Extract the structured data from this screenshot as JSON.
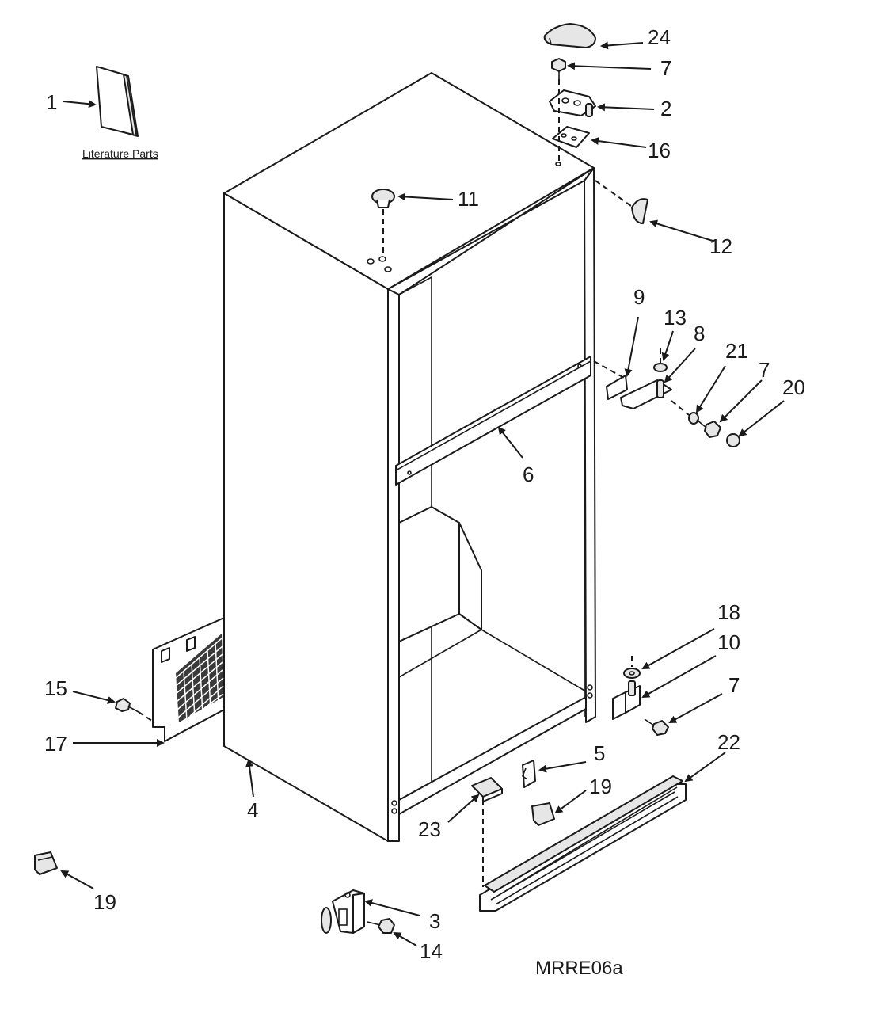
{
  "diagram": {
    "literature_label": "Literature Parts",
    "code": "MRRE06a",
    "callouts": {
      "c1": "1",
      "c24": "24",
      "c7a": "7",
      "c2": "2",
      "c16": "16",
      "c11": "11",
      "c12": "12",
      "c9": "9",
      "c13": "13",
      "c8": "8",
      "c21": "21",
      "c7b": "7",
      "c20": "20",
      "c6": "6",
      "c18": "18",
      "c10": "10",
      "c7c": "7",
      "c15": "15",
      "c17": "17",
      "c22": "22",
      "c5": "5",
      "c19a": "19",
      "c4": "4",
      "c23": "23",
      "c19b": "19",
      "c3": "3",
      "c14": "14"
    }
  }
}
